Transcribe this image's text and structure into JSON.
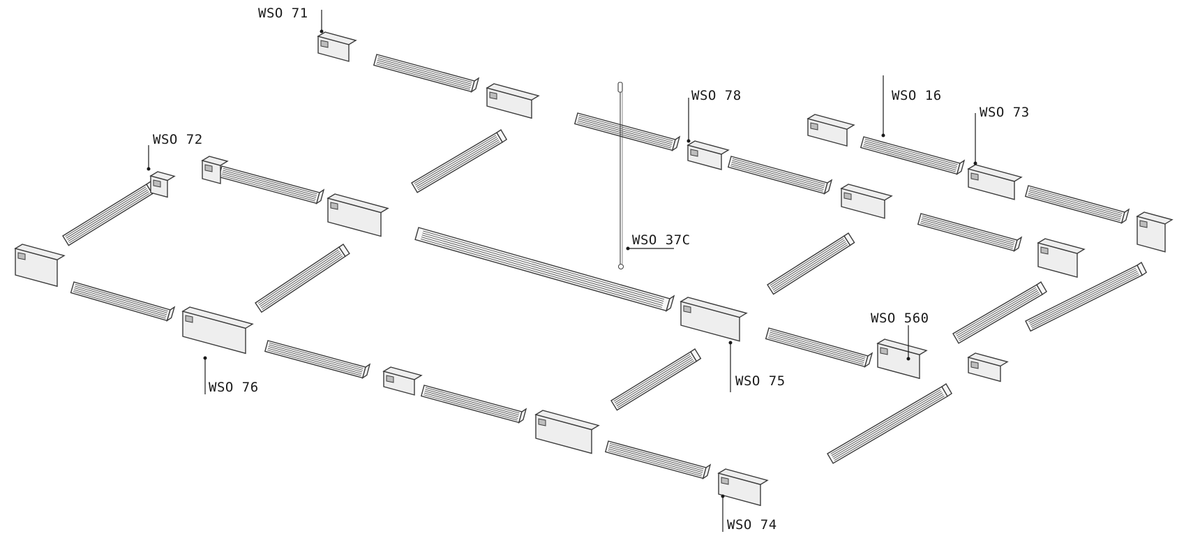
{
  "labels": {
    "wso71": "WSO 71",
    "wso72": "WSO 72",
    "wso78": "WSO 78",
    "wso16": "WSO 16",
    "wso73": "WSO 73",
    "wso37c": "WSO 37C",
    "wso560": "WSO 560",
    "wso76": "WSO 76",
    "wso75": "WSO 75",
    "wso74": "WSO 74"
  },
  "colors": {
    "line": "#3a3a3a",
    "text": "#1a1a1a",
    "background": "#ffffff"
  }
}
